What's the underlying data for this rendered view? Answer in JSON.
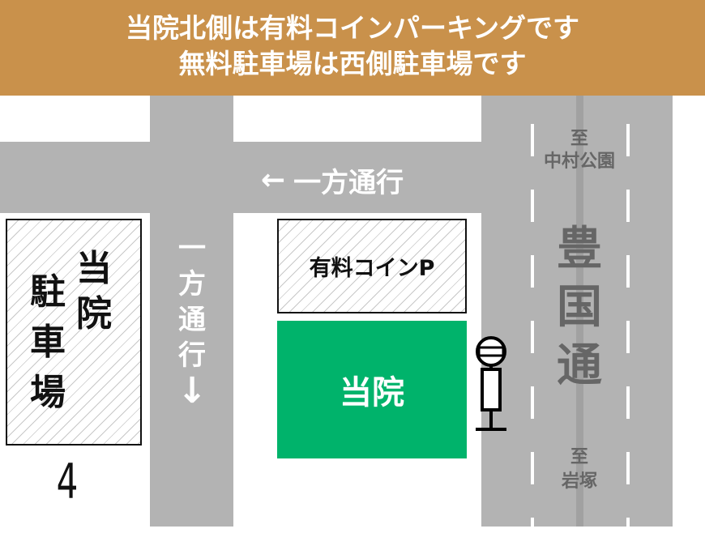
{
  "banner": {
    "line1": "当院北側は有料コインパーキングです",
    "line2": "無料駐車場は西側駐車場です"
  },
  "roads": {
    "one_way_horizontal": {
      "arrow": "←",
      "label": "一方通行"
    },
    "one_way_vertical": {
      "label": [
        "一",
        "方",
        "通",
        "行"
      ],
      "arrow": "↓"
    },
    "main_road": {
      "name": [
        "豊",
        "国",
        "通"
      ],
      "to_north_prefix": "至",
      "to_north": "中村公園",
      "to_south_prefix": "至",
      "to_south": "岩塚"
    }
  },
  "places": {
    "clinic_parking": {
      "label_col1": [
        "当",
        "院"
      ],
      "label_col2": [
        "駐",
        "車",
        "場"
      ],
      "number": "4"
    },
    "coin_parking": {
      "label": "有料コインP"
    },
    "clinic": {
      "label": "当院"
    }
  },
  "colors": {
    "banner": "#c9914b",
    "road": "#b3b3b3",
    "clinic": "#00b36b",
    "road_text": "#666666"
  }
}
